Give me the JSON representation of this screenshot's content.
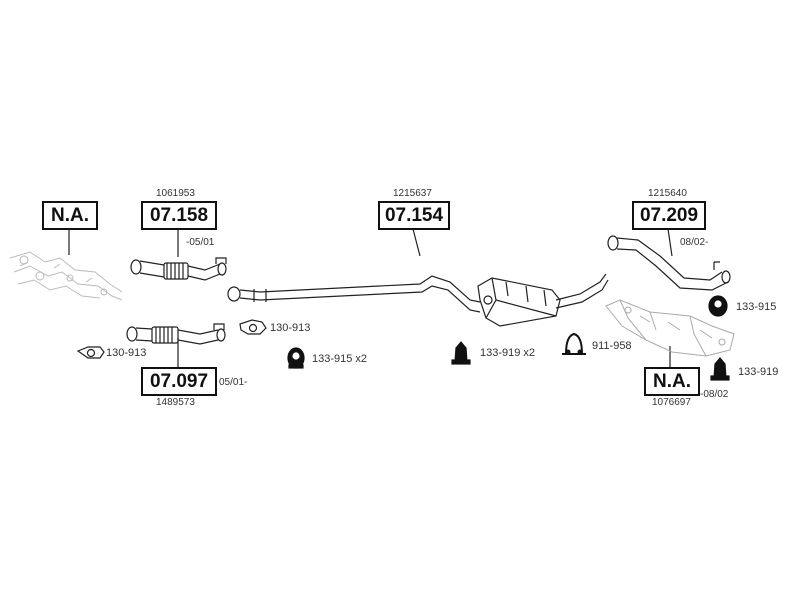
{
  "boxes": {
    "na_left": "N.A.",
    "b07158": "07.158",
    "b07097": "07.097",
    "b07154": "07.154",
    "b07209": "07.209",
    "na_right": "N.A."
  },
  "codes": {
    "c1061953": "1061953",
    "c1489573": "1489573",
    "c1215637": "1215637",
    "c1215640": "1215640",
    "c1076697": "1076697"
  },
  "dates": {
    "d0501a": "-05/01",
    "d0501b": "05/01-",
    "d0802a": "08/02-",
    "d0802b": "-08/02"
  },
  "parts": {
    "p130913a": "130-913",
    "p130913b": "130-913",
    "p133915x2": "133-915 x2",
    "p133919x2": "133-919 x2",
    "p911958": "911-958",
    "p133915": "133-915",
    "p133919": "133-919"
  }
}
